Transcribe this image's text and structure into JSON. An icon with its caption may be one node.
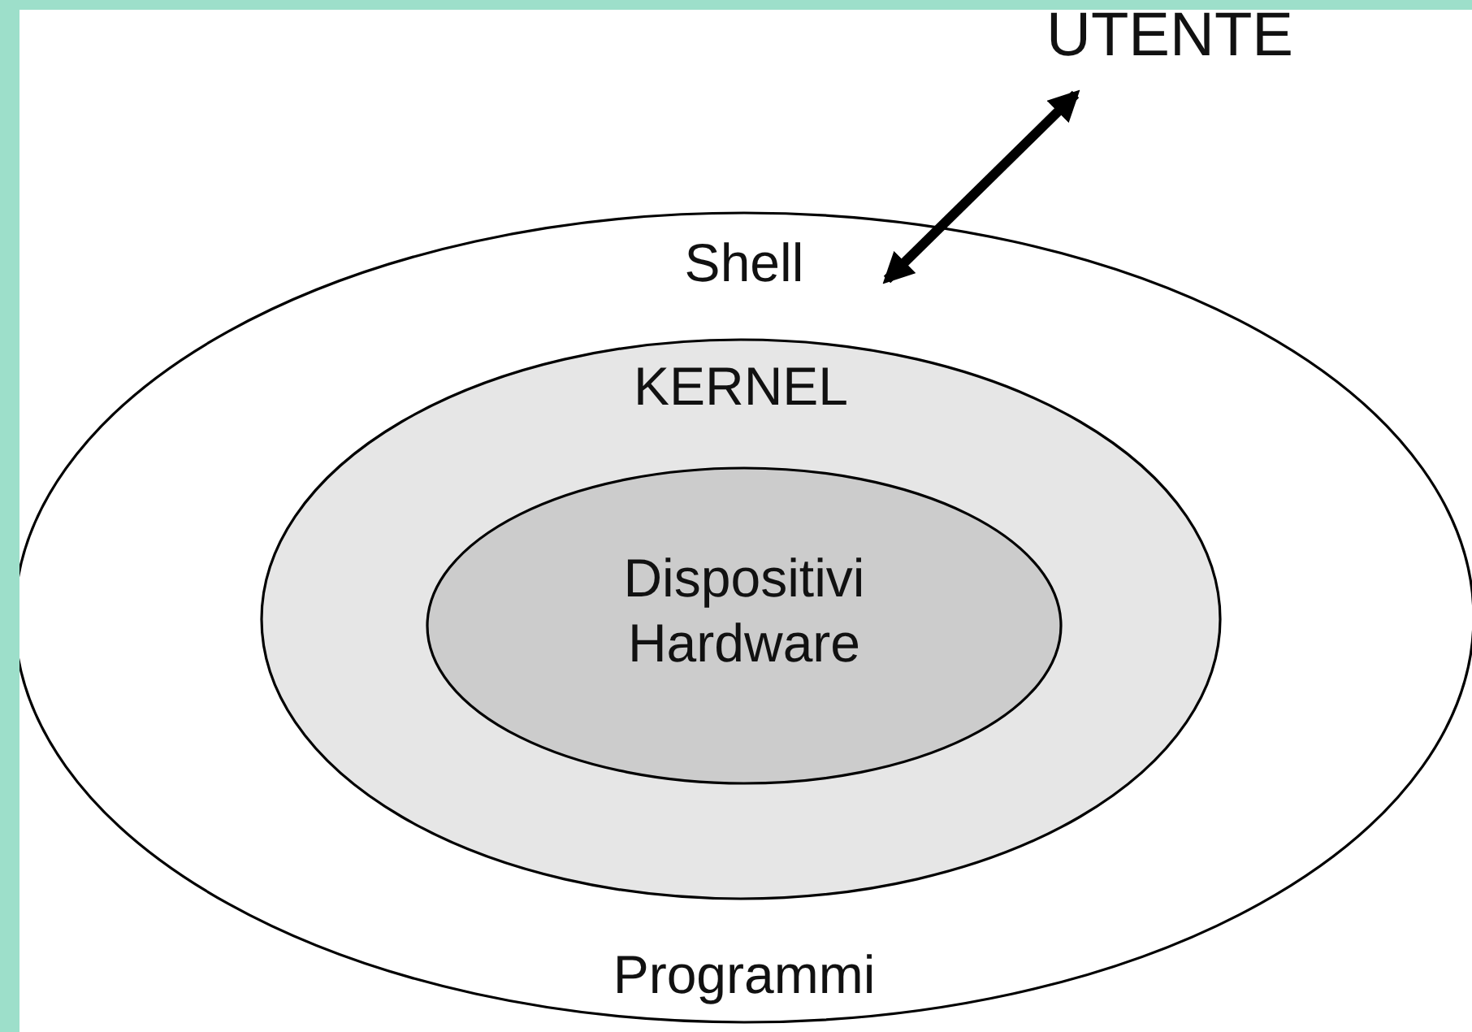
{
  "diagram": {
    "nodes": [
      {
        "text": [
          "Shell",
          "Programmi"
        ]
      },
      {
        "text": [
          "KERNEL"
        ],
        "in": 0
      },
      {
        "text": [
          "Dispositivi Hardware"
        ],
        "in": 1
      },
      {
        "text": [
          "UTENTE"
        ]
      }
    ],
    "edges": [
      {
        "from": 3,
        "to": 0,
        "arrow": "both"
      }
    ]
  }
}
